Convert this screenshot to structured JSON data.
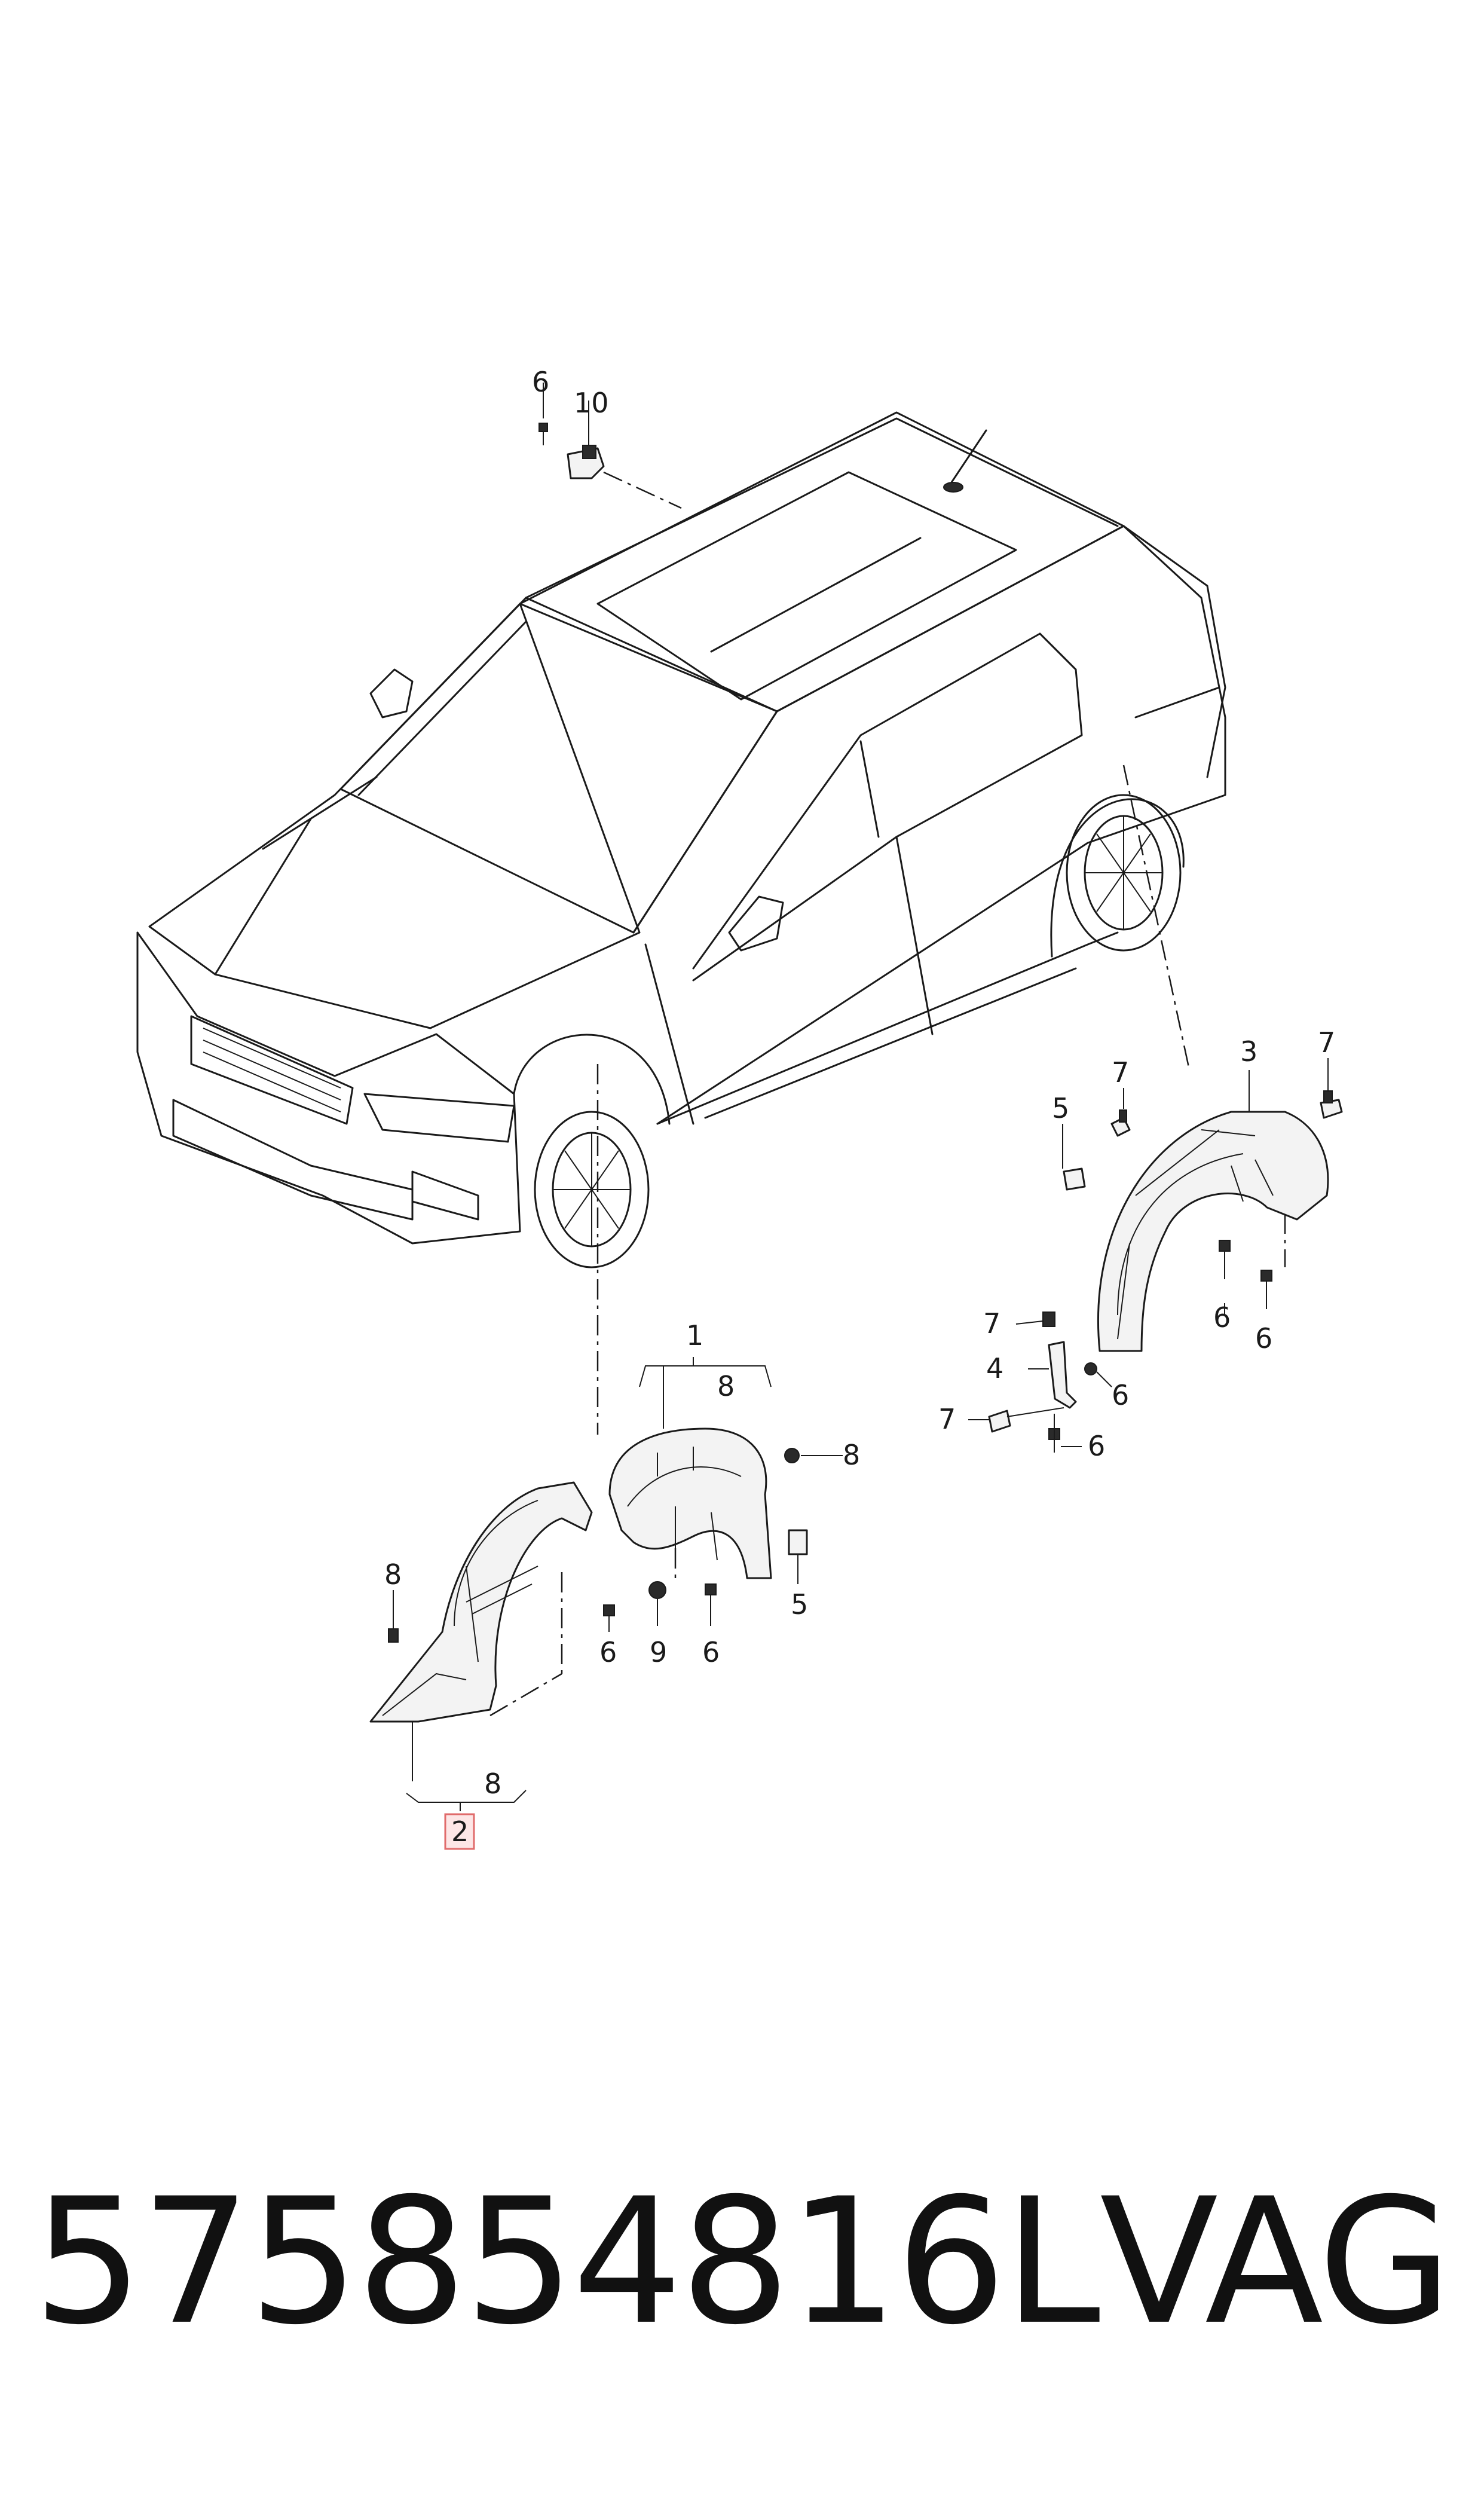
{
  "callouts": {
    "c1": "1",
    "c2": "2",
    "c3": "3",
    "c4": "4",
    "c5a": "5",
    "c5b": "5",
    "c6a": "6",
    "c6b": "6",
    "c6c": "6",
    "c6d": "6",
    "c6e": "6",
    "c6f": "6",
    "c6g": "6",
    "c7a": "7",
    "c7b": "7",
    "c7c": "7",
    "c7d": "7",
    "c8a": "8",
    "c8b": "8",
    "c8c": "8",
    "c8d": "8",
    "c9": "9",
    "c10": "10"
  },
  "highlighted_callout": "2",
  "colors": {
    "line": "#1a1a1a",
    "highlight_fill": "#fde6e6",
    "highlight_border": "#e06b6b"
  },
  "footer": {
    "part_number": "575854816L",
    "brand": "VAG"
  }
}
